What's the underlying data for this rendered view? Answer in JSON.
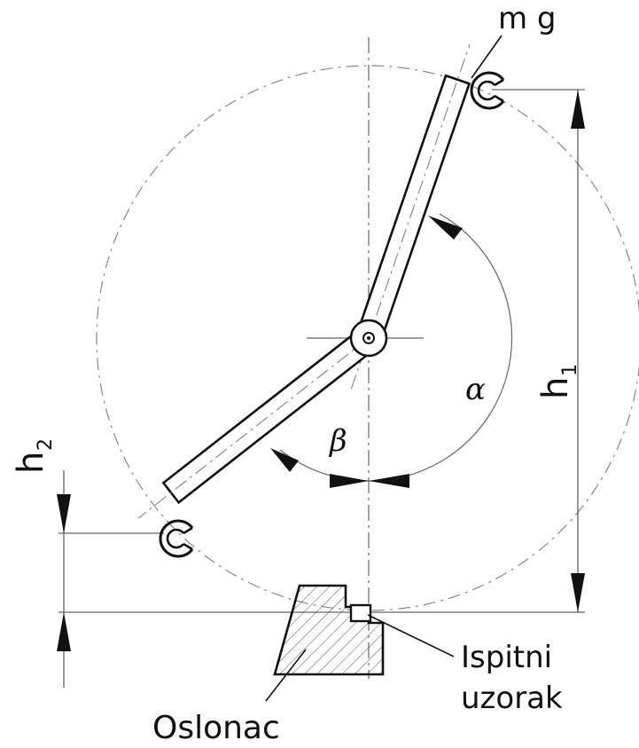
{
  "labels": {
    "weight": "m g",
    "alpha": "α",
    "beta": "β",
    "h1": "h",
    "h1_sub": "1",
    "h2": "h",
    "h2_sub": "2",
    "specimen_line1": "Ispitni",
    "specimen_line2": "uzorak",
    "support": "Oslonac"
  },
  "colors": {
    "stroke": "#111111",
    "thin": "#555555",
    "dash": "#777777"
  }
}
